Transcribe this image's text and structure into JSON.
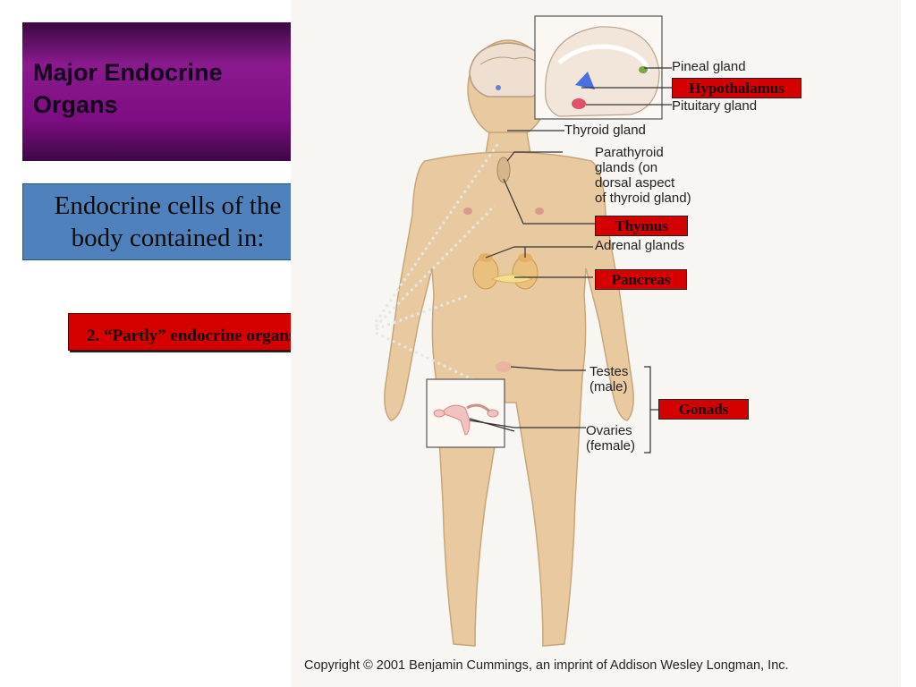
{
  "slide": {
    "title": "Major Endocrine\n Organs",
    "subtitle": "Endocrine cells of the\nbody contained in:",
    "callout": "2. “Partly” endocrine organs"
  },
  "figure": {
    "labels": {
      "pineal": "Pineal gland",
      "pituitary": "Pituitary gland",
      "thyroid": "Thyroid gland",
      "parathyroid": "Parathyroid\nglands (on\ndorsal aspect\nof thyroid gland)",
      "adrenal": "Adrenal glands",
      "testes": "Testes\n(male)",
      "ovaries": "Ovaries\n(female)"
    },
    "highlights": {
      "hypothalamus": "Hypothalamus",
      "thymus": "Thymus",
      "pancreas": "Pancreas",
      "gonads": "Gonads"
    },
    "copyright": "Copyright © 2001 Benjamin Cummings, an imprint of Addison Wesley Longman, Inc."
  },
  "colors": {
    "title_bg": "#7d0e82",
    "subtitle_bg": "#4f81bd",
    "highlight_red": "#d50000",
    "skin": "#e8c9a0",
    "figure_bg": "#f7f6f2"
  }
}
